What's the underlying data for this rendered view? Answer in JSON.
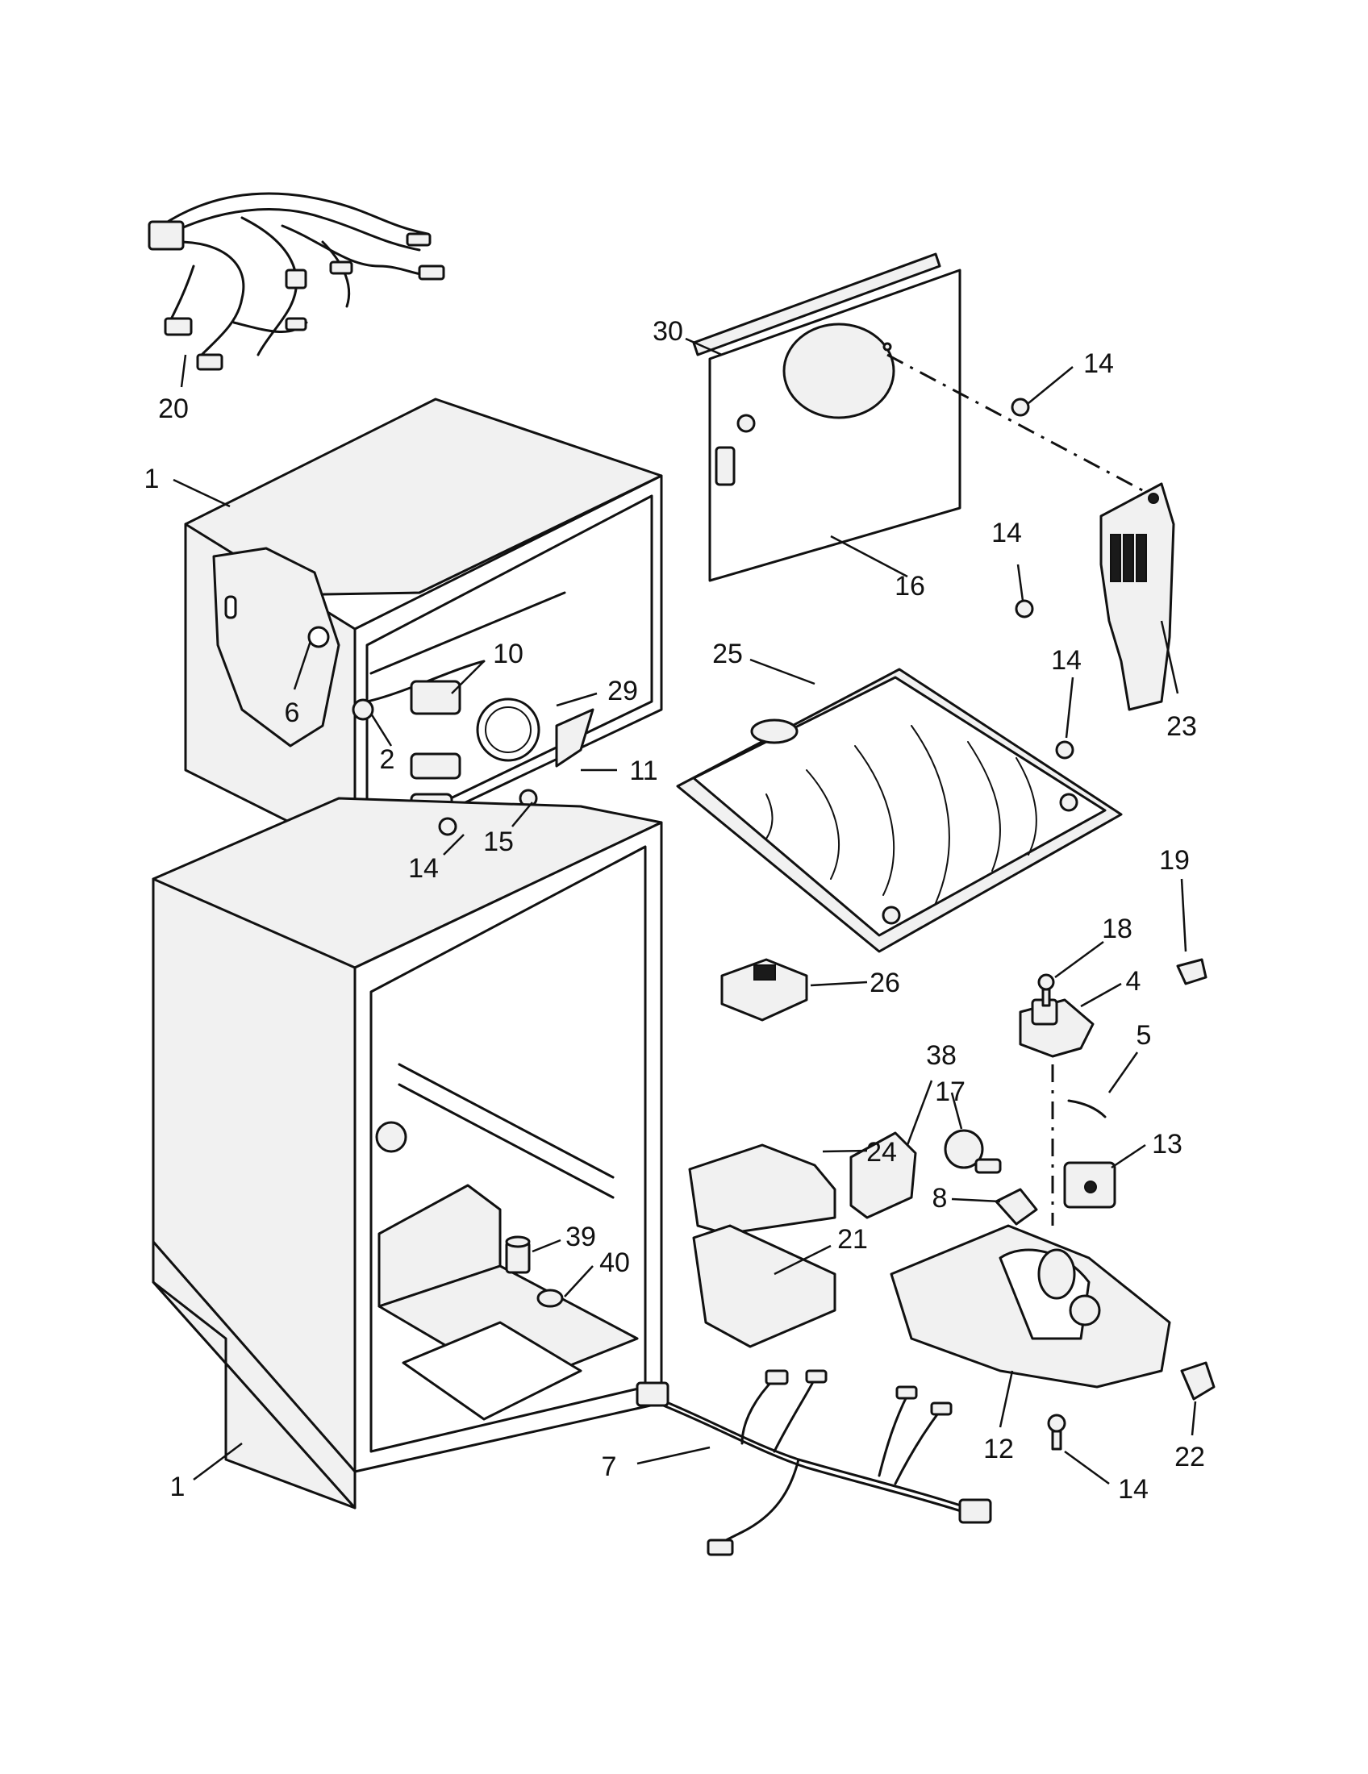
{
  "callouts": [
    {
      "id": "c20a",
      "label": "20"
    },
    {
      "id": "c1a",
      "label": "1"
    },
    {
      "id": "c6",
      "label": "6"
    },
    {
      "id": "c10",
      "label": "10"
    },
    {
      "id": "c29",
      "label": "29"
    },
    {
      "id": "c2",
      "label": "2"
    },
    {
      "id": "c11",
      "label": "11"
    },
    {
      "id": "c15",
      "label": "15"
    },
    {
      "id": "c14a",
      "label": "14"
    },
    {
      "id": "c30",
      "label": "30"
    },
    {
      "id": "c14b",
      "label": "14"
    },
    {
      "id": "c16",
      "label": "16"
    },
    {
      "id": "c14c",
      "label": "14"
    },
    {
      "id": "c14d",
      "label": "14"
    },
    {
      "id": "c23",
      "label": "23"
    },
    {
      "id": "c25",
      "label": "25"
    },
    {
      "id": "c19",
      "label": "19"
    },
    {
      "id": "c18",
      "label": "18"
    },
    {
      "id": "c26",
      "label": "26"
    },
    {
      "id": "c4",
      "label": "4"
    },
    {
      "id": "c5",
      "label": "5"
    },
    {
      "id": "c38",
      "label": "38"
    },
    {
      "id": "c17",
      "label": "17"
    },
    {
      "id": "c24",
      "label": "24"
    },
    {
      "id": "c13",
      "label": "13"
    },
    {
      "id": "c8",
      "label": "8"
    },
    {
      "id": "c39",
      "label": "39"
    },
    {
      "id": "c40",
      "label": "40"
    },
    {
      "id": "c21",
      "label": "21"
    },
    {
      "id": "c12",
      "label": "12"
    },
    {
      "id": "c22",
      "label": "22"
    },
    {
      "id": "c7",
      "label": "7"
    },
    {
      "id": "c1b",
      "label": "1"
    },
    {
      "id": "c14e",
      "label": "14"
    }
  ]
}
